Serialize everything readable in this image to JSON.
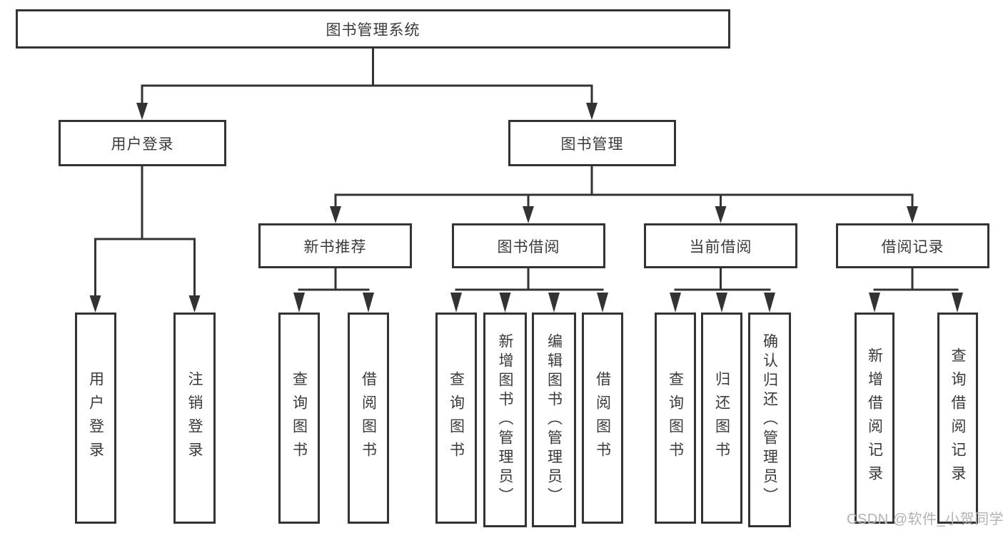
{
  "root": {
    "label": "图书管理系统"
  },
  "branches": [
    {
      "label": "用户登录",
      "children": [
        {
          "label": "用户登录"
        },
        {
          "label": "注销登录"
        }
      ]
    },
    {
      "label": "图书管理",
      "children": [
        {
          "label": "新书推荐",
          "children": [
            {
              "label": "查询图书"
            },
            {
              "label": "借阅图书"
            }
          ]
        },
        {
          "label": "图书借阅",
          "children": [
            {
              "label": "查询图书"
            },
            {
              "label": "新增图书（管理员）"
            },
            {
              "label": "编辑图书（管理员）"
            },
            {
              "label": "借阅图书"
            }
          ]
        },
        {
          "label": "当前借阅",
          "children": [
            {
              "label": "查询图书"
            },
            {
              "label": "归还图书"
            },
            {
              "label": "确认归还（管理员）"
            }
          ]
        },
        {
          "label": "借阅记录",
          "children": [
            {
              "label": "新增借阅记录"
            },
            {
              "label": "查询借阅记录"
            }
          ]
        }
      ]
    }
  ],
  "watermark": {
    "text": "CSDN @软件_小贺同学"
  },
  "colors": {
    "line": "#333333",
    "text": "#3a3a3a",
    "watermark": "#b2b2b2",
    "background": "#ffffff"
  }
}
